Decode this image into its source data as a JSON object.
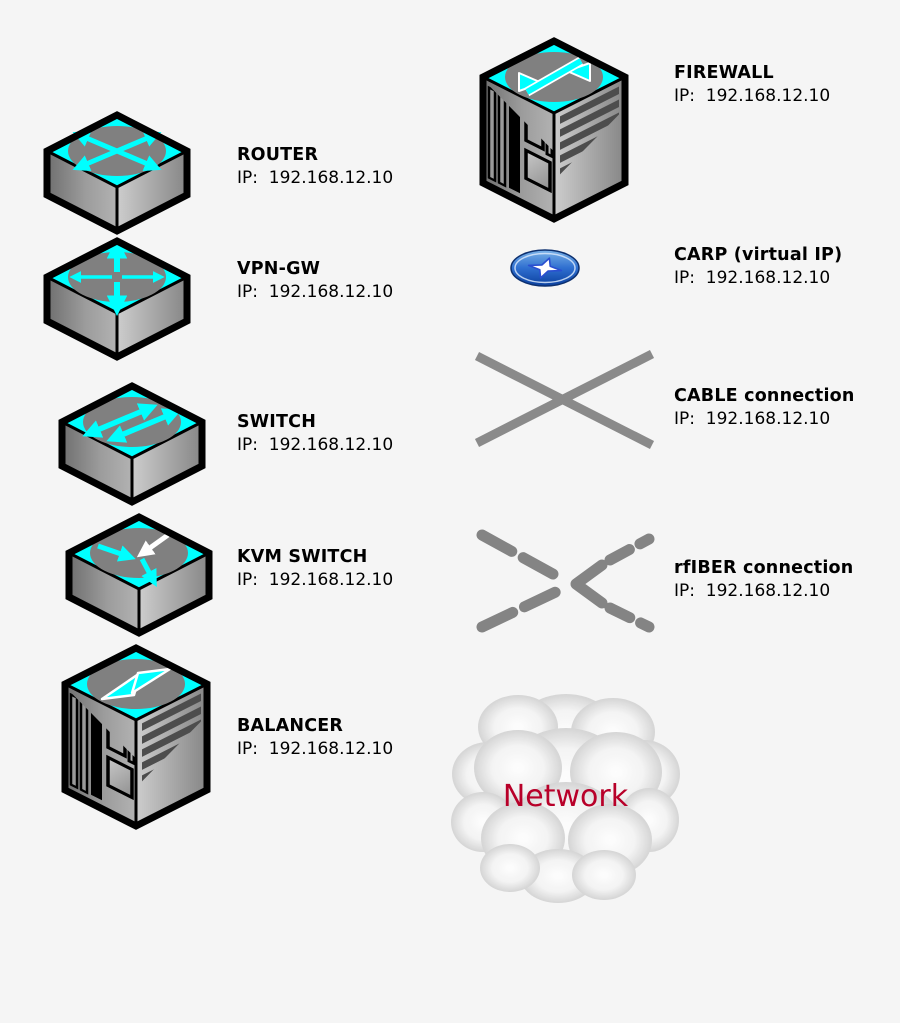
{
  "diagram": {
    "background_color": "#f5f5f5",
    "colors": {
      "device_top": "#00ffff",
      "device_emblem_gray": "#808080",
      "device_outline": "#000000",
      "connection_line_gray": "#8a8a8a",
      "carp_blue": "#2f6fd0",
      "label_text": "#000000",
      "network_label_red": "#b80029"
    },
    "left_column": [
      {
        "label": "ROUTER",
        "ip": "IP:  192.168.12.10",
        "icon": "router-icon"
      },
      {
        "label": "VPN-GW",
        "ip": "IP:  192.168.12.10",
        "icon": "vpn-gateway-icon"
      },
      {
        "label": "SWITCH",
        "ip": "IP:  192.168.12.10",
        "icon": "switch-icon"
      },
      {
        "label": "KVM SWITCH",
        "ip": "IP:  192.168.12.10",
        "icon": "kvm-switch-icon"
      },
      {
        "label": "BALANCER",
        "ip": "IP:  192.168.12.10",
        "icon": "balancer-icon"
      }
    ],
    "right_column": [
      {
        "label": "FIREWALL",
        "ip": "IP:  192.168.12.10",
        "icon": "firewall-icon"
      },
      {
        "label": "CARP (virtual IP)",
        "ip": "IP:  192.168.12.10",
        "icon": "carp-virtual-ip-icon"
      },
      {
        "label": "CABLE connection",
        "ip": "IP:  192.168.12.10",
        "icon": "cable-connection-icon"
      },
      {
        "label": "rfIBER connection",
        "ip": "IP:  192.168.12.10",
        "icon": "fiber-connection-icon"
      }
    ],
    "cloud": {
      "label": "Network"
    }
  }
}
